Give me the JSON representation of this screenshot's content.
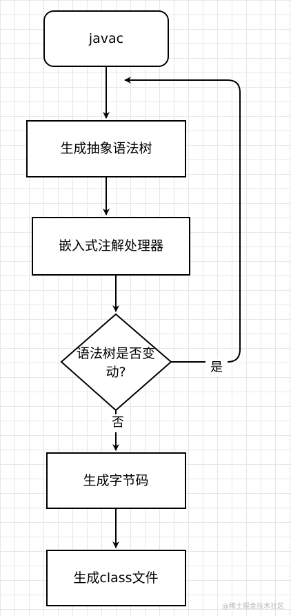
{
  "diagram": {
    "nodes": {
      "start": {
        "label": "javac"
      },
      "ast": {
        "label": "生成抽象语法树"
      },
      "processor": {
        "label": "嵌入式注解处理器"
      },
      "decision": {
        "label_line1": "语法树是否变",
        "label_line2": "动?"
      },
      "bytecode": {
        "label": "生成字节码"
      },
      "classfile": {
        "label": "生成class文件"
      }
    },
    "edges": {
      "yes_label": "是",
      "no_label": "否"
    }
  },
  "watermark": "@稀土掘金技术社区",
  "colors": {
    "stroke": "#000000",
    "fill": "#ffffff",
    "grid": "#e6e6e6"
  }
}
